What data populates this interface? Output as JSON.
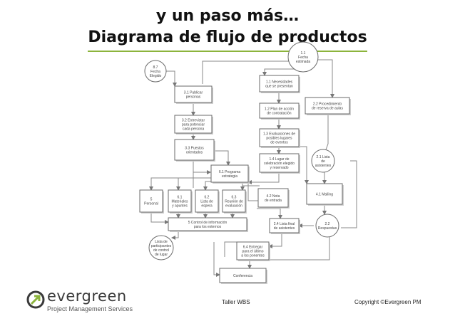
{
  "slide": {
    "title_line1": "y un paso más…",
    "title_line2": "Diagrama de flujo de productos",
    "accent_color": "#8cb43c"
  },
  "diagram": {
    "nodes": [
      {
        "id": "n-inicio",
        "shape": "circle",
        "lines": [
          "8.7",
          "Fecha",
          "Elegido"
        ]
      },
      {
        "id": "n-31",
        "shape": "box",
        "lines": [
          "3.1 Publicar",
          "personas"
        ]
      },
      {
        "id": "n-32",
        "shape": "box",
        "lines": [
          "3.2 Entrevistar",
          "para potenciar",
          "cada persona"
        ]
      },
      {
        "id": "n-33",
        "shape": "box",
        "lines": [
          "3.3 Puestos",
          "orientados"
        ]
      },
      {
        "id": "n-61",
        "shape": "box",
        "lines": [
          "6.1 Programa",
          "estrategia"
        ]
      },
      {
        "id": "n-5",
        "shape": "box",
        "lines": [
          "5",
          "Personal"
        ]
      },
      {
        "id": "n-61b",
        "shape": "box",
        "lines": [
          "6.1",
          "Materiales",
          "y apuntes"
        ]
      },
      {
        "id": "n-62",
        "shape": "box",
        "lines": [
          "6.2",
          "Lista de",
          "espera"
        ]
      },
      {
        "id": "n-63",
        "shape": "box",
        "lines": [
          "6.3",
          "Reunión de",
          "evaluación"
        ]
      },
      {
        "id": "n-5b",
        "shape": "box",
        "lines": [
          "5 Control de información",
          "para los externos"
        ]
      },
      {
        "id": "n-lista",
        "shape": "circle",
        "lines": [
          "Lista de",
          "participantes",
          "de control",
          "de lugar"
        ]
      },
      {
        "id": "n-fecha",
        "shape": "circle",
        "lines": [
          "1.1",
          "Fecha",
          "estimada"
        ]
      },
      {
        "id": "n-11",
        "shape": "box",
        "lines": [
          "1.1 Necesidades",
          "que se presentan"
        ]
      },
      {
        "id": "n-12",
        "shape": "box",
        "lines": [
          "1.2 Plan de acción",
          "de contratación"
        ]
      },
      {
        "id": "n-13",
        "shape": "box",
        "lines": [
          "1.3 Evaluaciones de",
          "posibles lugares",
          "de eventos"
        ]
      },
      {
        "id": "n-14",
        "shape": "box",
        "lines": [
          "1.4 Lugar de",
          "celebración elegido",
          "y reservado"
        ]
      },
      {
        "id": "n-22",
        "shape": "box",
        "lines": [
          "2.2 Procedimiento",
          "de reserva de aulas"
        ]
      },
      {
        "id": "n-21",
        "shape": "circle",
        "lines": [
          "2.1 Lista",
          "de",
          "asistentes"
        ]
      },
      {
        "id": "n-42",
        "shape": "box",
        "lines": [
          "4.2 Nota",
          "de entrada"
        ]
      },
      {
        "id": "n-41",
        "shape": "box",
        "lines": [
          "4.1 Mailing"
        ]
      },
      {
        "id": "n-23",
        "shape": "circle",
        "lines": [
          "2.2",
          "Respuestas"
        ]
      },
      {
        "id": "n-43",
        "shape": "box",
        "lines": [
          "2.4 Lista final",
          "de asistentes"
        ]
      },
      {
        "id": "n-64",
        "shape": "box",
        "lines": [
          "6.4 Entregar",
          "para el último",
          "a los ponentes"
        ]
      },
      {
        "id": "n-conf",
        "shape": "box",
        "lines": [
          "Conferencia"
        ]
      }
    ]
  },
  "footer": {
    "center": "Taller WBS",
    "right": "Copyright ©Evergreen PM",
    "logo_word": "evergreen",
    "logo_sub": "Project Management Services",
    "logo_icon": "arrow-circle-icon"
  }
}
